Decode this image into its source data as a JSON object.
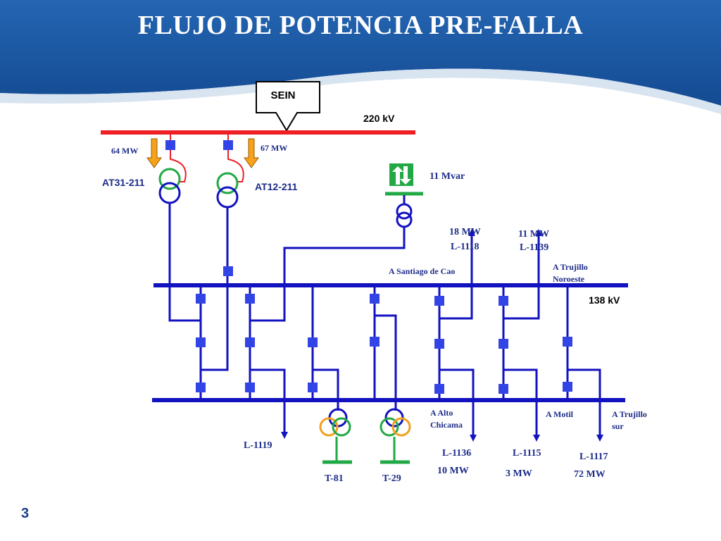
{
  "title": "FLUJO DE POTENCIA PRE-FALLA",
  "slide_number": "3",
  "colors": {
    "header": "#1d5aa7",
    "bus_220": "#ee1f25",
    "bus_138": "#1212c0",
    "breaker": "#3344e6",
    "transformer_green": "#22a845",
    "transformer_orange": "#f2a01d",
    "arrow_orange": "#f6a21a",
    "label_blue": "#1d2c88"
  },
  "sein": {
    "label": "SEIN"
  },
  "buses": {
    "high": "220 kV",
    "mid": "138 kV"
  },
  "flows": {
    "at31": "64 MW",
    "at12": "67 MW",
    "compensator": "11 Mvar",
    "l1118": "18 MW",
    "l1139": "11 MW",
    "l1136": "10 MW",
    "l1115": "3 MW",
    "l1117": "72 MW"
  },
  "transformers": {
    "at31": "AT31-211",
    "at12": "AT12-211",
    "t81": "T-81",
    "t29": "T-29"
  },
  "lines": {
    "l1118": "L-1118",
    "l1139": "L-1139",
    "l1119": "L-1119",
    "l1136": "L-1136",
    "l1115": "L-1115",
    "l1117": "L-1117"
  },
  "destinations": {
    "santiago": "A Santiago de Cao",
    "trujillo_noroeste_1": "A Trujillo",
    "trujillo_noroeste_2": "Noroeste",
    "alto_chicama_1": "A Alto",
    "alto_chicama_2": "Chicama",
    "motil": "A Motil",
    "trujillo_sur_1": "A Trujillo",
    "trujillo_sur_2": "sur"
  }
}
